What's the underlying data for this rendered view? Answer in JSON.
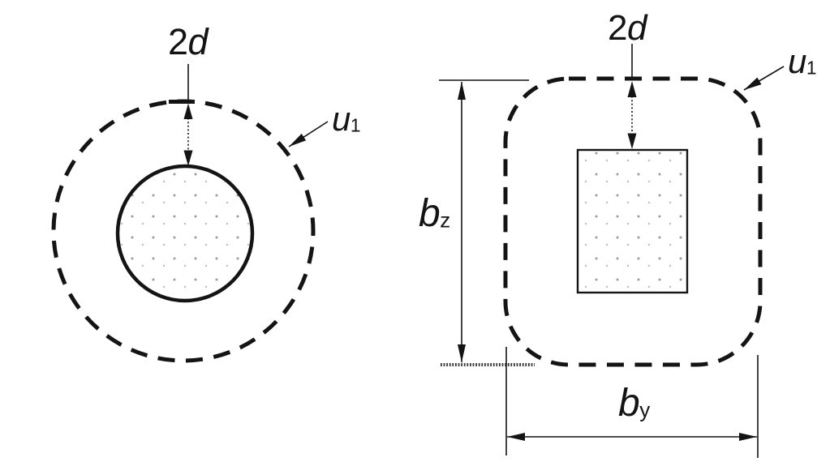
{
  "diagram": {
    "left": {
      "offset_label": {
        "prefix": "2",
        "symbol": "d"
      },
      "perimeter_label": {
        "symbol": "u",
        "sub": "1"
      }
    },
    "right": {
      "offset_label": {
        "prefix": "2",
        "symbol": "d"
      },
      "perimeter_label": {
        "symbol": "u",
        "sub": "1"
      },
      "height_label": {
        "symbol": "b",
        "sub": "z"
      },
      "width_label": {
        "symbol": "b",
        "sub": "y"
      }
    },
    "colors": {
      "ink": "#141414",
      "stipple": "#9a9a9a",
      "background": "#ffffff"
    }
  }
}
